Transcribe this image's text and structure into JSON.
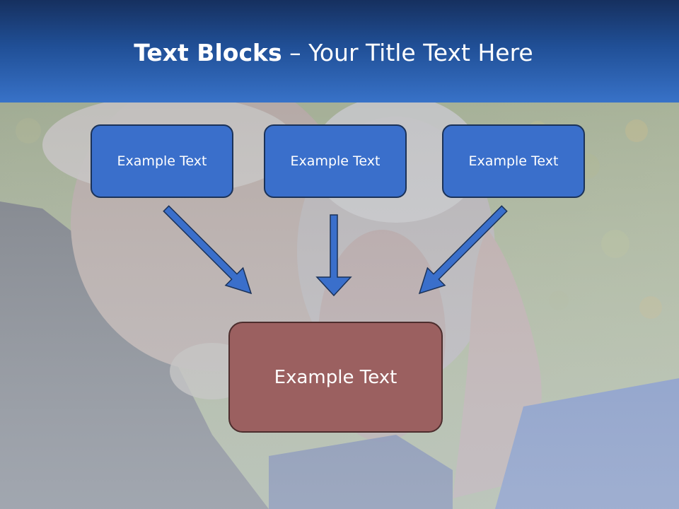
{
  "title": {
    "bold": "Text Blocks",
    "dash": " – ",
    "rest": "Your Title Text Here"
  },
  "blocks": {
    "top": [
      {
        "text": "Example Text"
      },
      {
        "text": "Example Text"
      },
      {
        "text": "Example Text"
      }
    ],
    "bottom": {
      "text": "Example Text"
    }
  },
  "colors": {
    "header_top": "#16305f",
    "header_bottom": "#3872c8",
    "top_box_fill": "#3a6fcb",
    "top_box_border": "#1b3258",
    "bottom_box_fill": "#9b6060",
    "bottom_box_border": "#4c2d2d",
    "arrow_fill": "#3a6fcb"
  }
}
